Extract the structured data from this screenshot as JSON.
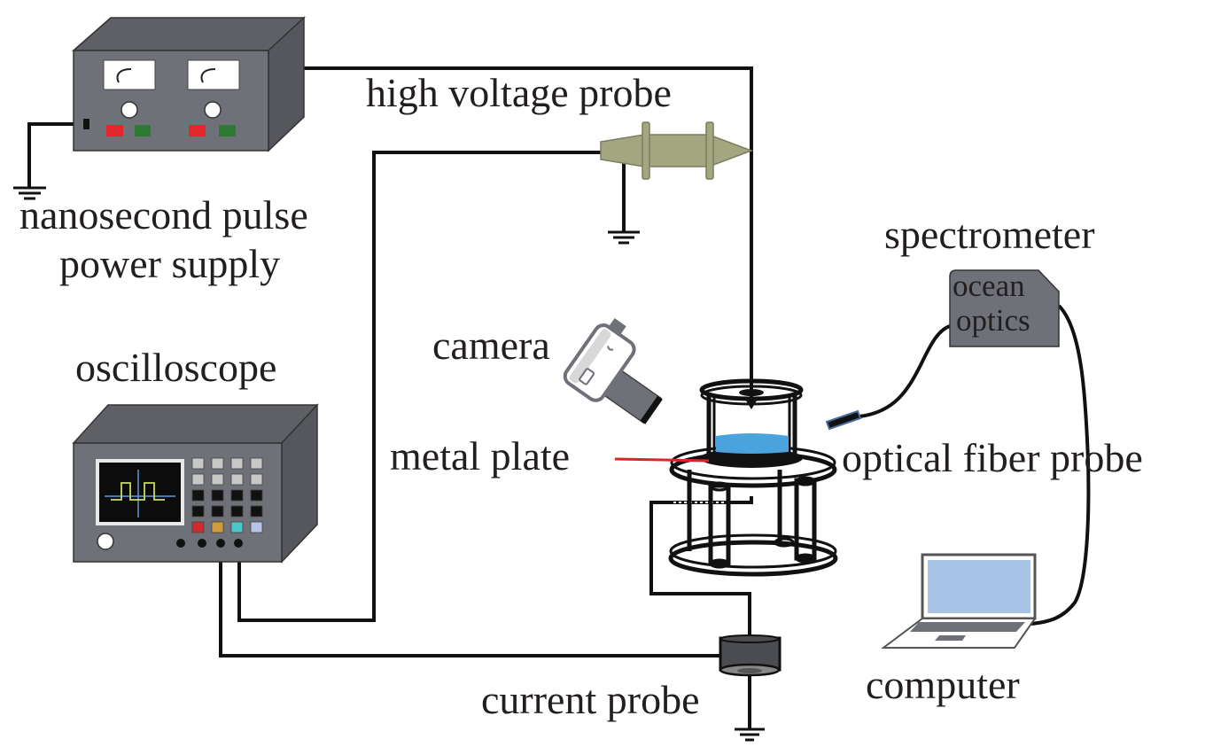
{
  "title": "Experimental setup diagram",
  "labels": {
    "power_supply_line1": "nanosecond pulse",
    "power_supply_line2": "power supply",
    "hv_probe": "high voltage probe",
    "oscilloscope": "oscilloscope",
    "camera": "camera",
    "metal_plate": "metal plate",
    "optical_fiber_probe": "optical fiber probe",
    "spectrometer": "spectrometer",
    "spectrometer_brand_line1": "ocean",
    "spectrometer_brand_line2": "optics",
    "computer": "computer",
    "current_probe": "current probe"
  },
  "colors": {
    "device_body": "#6f7178",
    "device_top": "#5e6066",
    "device_side": "#55575c",
    "probe_body": "#a4a67f",
    "water": "#4aa3dc",
    "laptop_screen": "#a7c4e6",
    "red_button": "#e3262c",
    "green_button": "#2f7a33",
    "osc_red": "#d02a2e",
    "osc_orange": "#d39a3a",
    "osc_cyan": "#49c8c9",
    "osc_lavender": "#b8c3ea",
    "trace": "#c9dc5d",
    "axis": "#5a9bd4",
    "metal_plate_line": "#d8262c"
  },
  "components": [
    "nanosecond-pulse-power-supply",
    "high-voltage-probe",
    "oscilloscope",
    "camera",
    "reactor",
    "metal-plate",
    "optical-fiber-probe",
    "spectrometer",
    "computer",
    "current-probe"
  ]
}
